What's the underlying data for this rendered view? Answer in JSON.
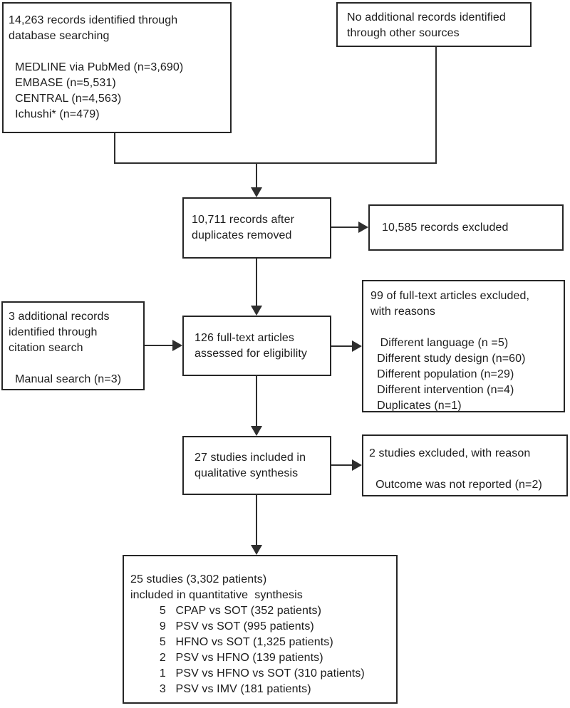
{
  "diagram": {
    "kind": "prisma-flow-diagram",
    "boxes": {
      "records_identified": "14,263 records identified through\ndatabase searching\n\n  MEDLINE via PubMed (n=3,690)\n  EMBASE (n=5,531)\n  CENTRAL (n=4,563)\n  Ichushi* (n=479)",
      "no_additional_records": "No additional records identified\nthrough other sources",
      "records_after_duplicates": "10,711 records after\nduplicates removed",
      "records_excluded": "10,585 records excluded",
      "citation_search": "3 additional records\nidentified through\ncitation search\n\n  Manual search (n=3)",
      "fulltext_assessed": "126 full-text articles\nassessed for eligibility",
      "fulltext_excluded": "99 of full-text articles excluded,\nwith reasons\n\n   Different language (n =5)\n  Different study design (n=60)\n  Different population (n=29)\n  Different intervention (n=4)\n  Duplicates (n=1)",
      "qualitative_synthesis": "27 studies included in\nqualitative synthesis",
      "studies_excluded": "2 studies excluded, with reason\n\n  Outcome was not reported (n=2)",
      "quantitative_synthesis": "25 studies (3,302 patients)\nincluded in quantitative  synthesis\n         5   CPAP vs SOT (352 patients)\n         9   PSV vs SOT (995 patients)\n         5   HFNO vs SOT (1,325 patients)\n         2   PSV vs HFNO (139 patients)\n         1   PSV vs HFNO vs SOT (310 patients)\n         3   PSV vs IMV (181 patients)"
    },
    "colors": {
      "border": "#262626",
      "line": "#2e2e2e",
      "text": "#1c1c1c",
      "background": "#ffffff"
    }
  }
}
